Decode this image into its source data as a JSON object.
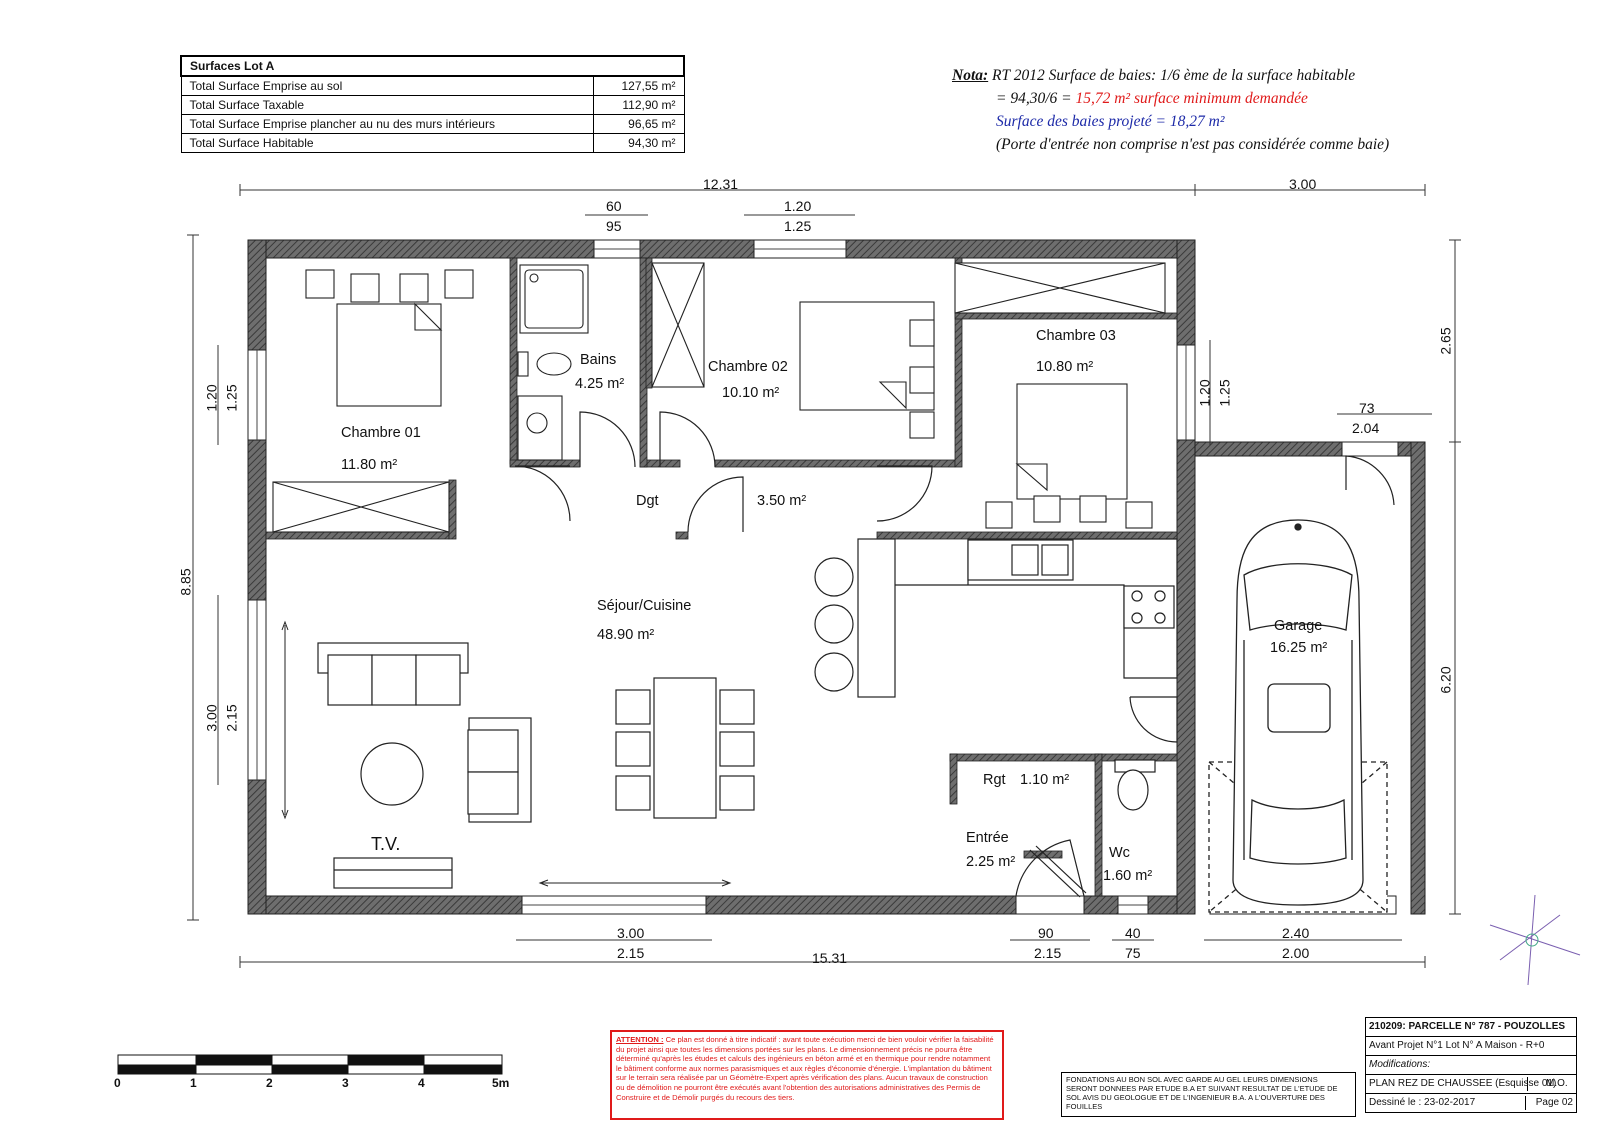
{
  "surfaces_table": {
    "title": "Surfaces Lot A",
    "rows": [
      {
        "label": "Total Surface Emprise au sol",
        "value": "127,55 m²"
      },
      {
        "label": "Total Surface Taxable",
        "value": "112,90 m²"
      },
      {
        "label": "Total Surface Emprise plancher au nu des murs intérieurs",
        "value": "96,65 m²"
      },
      {
        "label": "Total Surface Habitable",
        "value": "94,30 m²"
      }
    ]
  },
  "nota": {
    "heading": "Nota:",
    "line1": "RT 2012 Surface de baies: 1/6 ème de la surface habitable",
    "line2_prefix": "= 94,30/6 = ",
    "line2_red": "15,72 m² surface minimum demandée",
    "line3": "Surface des baies projeté = 18,27 m²",
    "line4": "(Porte d'entrée non comprise n'est pas considérée comme baie)"
  },
  "rooms": {
    "chambre01": {
      "name": "Chambre 01",
      "area": "11.80 m²"
    },
    "bains": {
      "name": "Bains",
      "area": "4.25 m²"
    },
    "chambre02": {
      "name": "Chambre 02",
      "area": "10.10 m²"
    },
    "chambre03": {
      "name": "Chambre 03",
      "area": "10.80 m²"
    },
    "dgt": {
      "name": "Dgt",
      "area": "3.50 m²"
    },
    "sejour": {
      "name": "Séjour/Cuisine",
      "area": "48.90 m²"
    },
    "garage": {
      "name": "Garage",
      "area": "16.25 m²"
    },
    "rgt": {
      "name": "Rgt",
      "area": "1.10 m²"
    },
    "entree": {
      "name": "Entrée",
      "area": "2.25 m²"
    },
    "wc": {
      "name": "Wc",
      "area": "1.60 m²"
    },
    "tv": "T.V."
  },
  "dimensions": {
    "top_total": "12.31",
    "top_garage": "3.00",
    "bath_window_top": "60",
    "bath_window_bottom": "95",
    "ch02_window_top": "1.20",
    "ch02_window_bottom": "1.25",
    "garage_door_top": "73",
    "garage_door_bottom": "2.04",
    "bottom_total": "15.31",
    "sejour_window_top": "3.00",
    "sejour_window_bottom": "2.15",
    "entry_door_top": "90",
    "entry_door_bottom": "2.15",
    "wc_window_top": "40",
    "wc_window_bottom": "75",
    "garage_opening_top": "2.40",
    "garage_opening_bottom": "2.00",
    "left_total": "8.85",
    "left_ch01_window_a": "1.20",
    "left_ch01_window_b": "1.25",
    "left_sejour_window_a": "3.00",
    "left_sejour_window_b": "2.15",
    "right_ch03_window_a": "1.20",
    "right_ch03_window_b": "1.25",
    "right_top": "2.65",
    "right_bottom": "6.20"
  },
  "scale": {
    "ticks": [
      "0",
      "1",
      "2",
      "3",
      "4",
      "5m"
    ]
  },
  "attention": {
    "heading": "ATTENTION :",
    "text": "Ce plan est donné à titre indicatif : avant toute exécution merci de bien vouloir vérifier la faisabilité du projet ainsi que toutes les dimensions portées sur les plans. Le dimensionnement précis ne pourra être déterminé qu'après les études et calculs des ingénieurs en béton armé et en thermique pour rendre notamment le bâtiment conforme aux normes parasismiques et aux règles d'économie d'énergie. L'implantation du bâtiment sur le terrain sera réalisée par un Géomètre-Expert après vérification des plans. Aucun travaux de construction ou de démolition ne pourront être exécutés avant l'obtention des autorisations administratives des Permis de Construire et de Démolir purgés du recours des tiers."
  },
  "fondations": {
    "text": "FONDATIONS AU BON SOL AVEC GARDE AU GEL LEURS DIMENSIONS SERONT DONNEES PAR ETUDE B.A ET SUIVANT RESULTAT DE L'ETUDE DE SOL AVIS DU GEOLOGUE ET DE L'INGENIEUR B.A. A L'OUVERTURE DES FOUILLES"
  },
  "cartouche": {
    "ref": "210209: PARCELLE N° 787 - POUZOLLES",
    "project": "Avant Projet N°1 Lot N° A Maison - R+0",
    "modifications": "Modifications:",
    "plan": "PLAN REZ DE CHAUSSEE (Esquisse 01)",
    "mo": "M.O.",
    "date": "Dessiné le : 23-02-2017",
    "page": "Page 02"
  }
}
